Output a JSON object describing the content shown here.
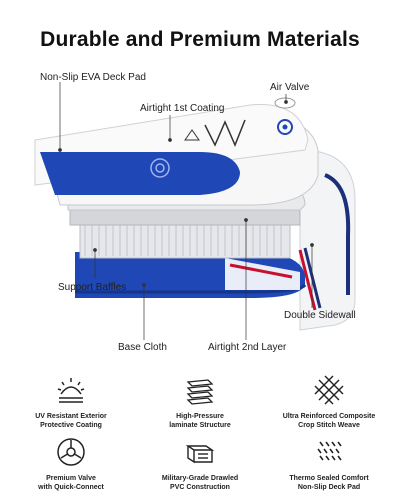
{
  "title": "Durable and Premium Materials",
  "callouts": {
    "deck_pad": "Non-Slip EVA Deck Pad",
    "coating1": "Airtight 1st Coating",
    "air_valve": "Air Valve",
    "baffles": "Support Baffles",
    "sidewall": "Double Sidewall",
    "base_cloth": "Base Cloth",
    "layer2": "Airtight 2nd Layer"
  },
  "features": [
    {
      "icon": "sun-icon",
      "line1": "UV Resistant Exterior",
      "line2": "Protective Coating"
    },
    {
      "icon": "layers-icon",
      "line1": "High-Pressure",
      "line2": "laminate Structure"
    },
    {
      "icon": "weave-icon",
      "line1": "Ultra Reinforced  Composite",
      "line2": "Crop Stitch Weave"
    },
    {
      "icon": "valve-icon",
      "line1": "Premium Valve",
      "line2": "with Quick-Connect"
    },
    {
      "icon": "pvc-icon",
      "line1": "Military-Grade Drawled",
      "line2": "PVC Construction"
    },
    {
      "icon": "deck-pad-icon",
      "line1": "Thermo Sealed Comfort",
      "line2": "Non-Slip Deck Pad"
    }
  ],
  "colors": {
    "blue": "#1f47b5",
    "red": "#c8102e",
    "navy": "#1c2f7a"
  }
}
